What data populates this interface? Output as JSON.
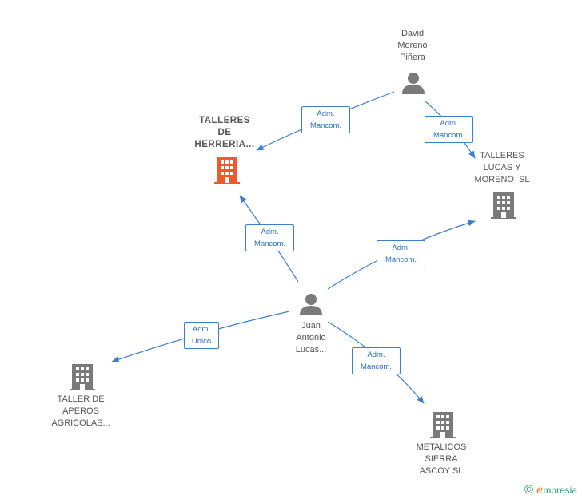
{
  "nodes": {
    "david": {
      "lines": [
        "David",
        "Moreno",
        "Piñera"
      ]
    },
    "talleres_herreria": {
      "lines": [
        "TALLERES",
        "DE",
        "HERRERIA..."
      ]
    },
    "talleres_lucas": {
      "lines": [
        "TALLERES",
        "LUCAS Y",
        "MORENO  SL"
      ]
    },
    "juan": {
      "lines": [
        "Juan",
        "Antonio",
        "Lucas..."
      ]
    },
    "taller_aperos": {
      "lines": [
        "TALLER DE",
        "APEROS",
        "AGRICOLAS..."
      ]
    },
    "metalicos": {
      "lines": [
        "METALICOS",
        "SIERRA",
        "ASCOY SL"
      ]
    }
  },
  "edges": [
    {
      "line1": "Adm.",
      "line2": "Mancom."
    },
    {
      "line1": "Adm.",
      "line2": "Mancom."
    },
    {
      "line1": "Adm.",
      "line2": "Mancom."
    },
    {
      "line1": "Adm.",
      "line2": "Mancom."
    },
    {
      "line1": "Adm.",
      "line2": "Unico"
    },
    {
      "line1": "Adm.",
      "line2": "Mancom."
    }
  ],
  "colors": {
    "edge": "#3a7fd0",
    "person": "#7a7a7a",
    "company": "#7a7a7a",
    "highlight": "#f05a28"
  },
  "brand": {
    "copyright": "©",
    "initial": "e",
    "rest": "mpresia"
  }
}
